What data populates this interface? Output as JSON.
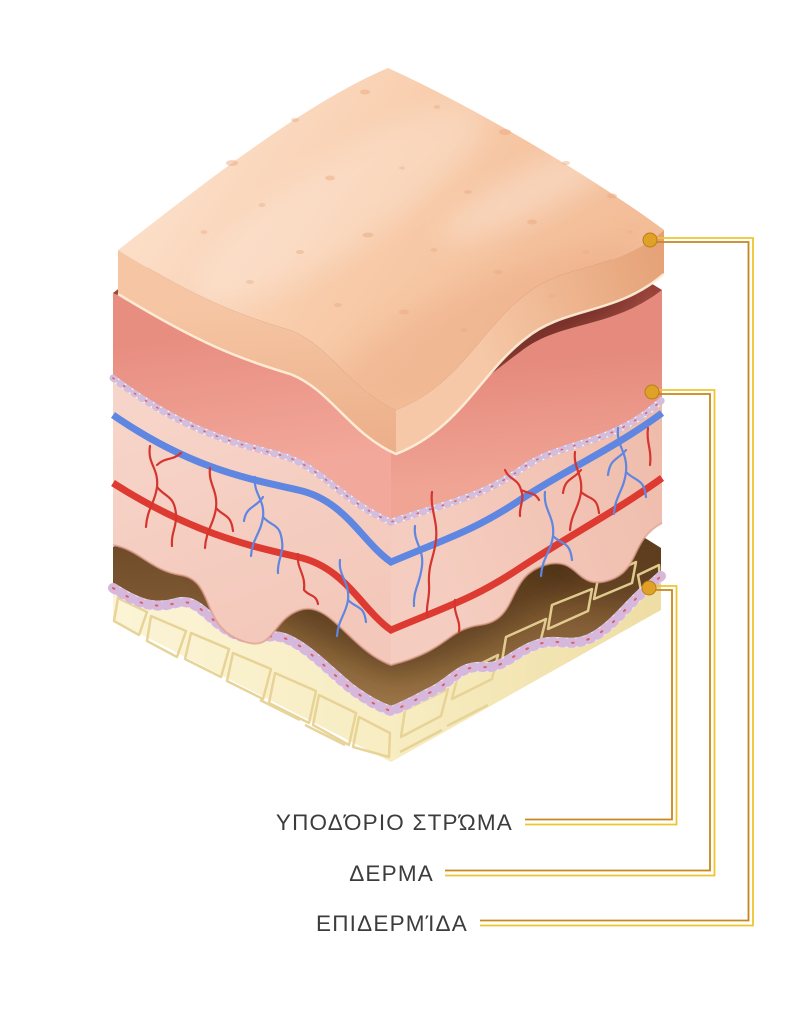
{
  "diagram": {
    "description": "Exploded isometric illustration of human skin layers with callout labels",
    "background_color": "#ffffff",
    "callouts": [
      {
        "target": "hypodermis",
        "label": "ΥΠΟΔΌΡΙΟ ΣΤΡΏΜΑ"
      },
      {
        "target": "dermis",
        "label": "ΔΕΡΜΑ"
      },
      {
        "target": "epidermis",
        "label": "ΕΠΙΔΕΡΜΊΔΑ"
      }
    ],
    "colors": {
      "label_text": "#3c3c3c",
      "leader_outer": "#efc52f",
      "leader_inner": "#c8861d",
      "leader_dot": "#dfa126",
      "leader_dot_edge": "#b97e18",
      "epidermis_surface": "#f8cba9",
      "epidermis_pore": "#e9a981",
      "dermis_top_shadow": "#6b2822",
      "dermis_band_salmon": "#ee9a8d",
      "dermis_side_pink": "#f5cdc0",
      "vessel_blue": "#5f86e0",
      "vessel_red": "#dd3a32",
      "membrane_lavender": "#c9aed6",
      "hypodermis_brown": "#7a5530",
      "fat_cream": "#f8eec6",
      "fat_lobule_line": "#e7d294"
    }
  }
}
